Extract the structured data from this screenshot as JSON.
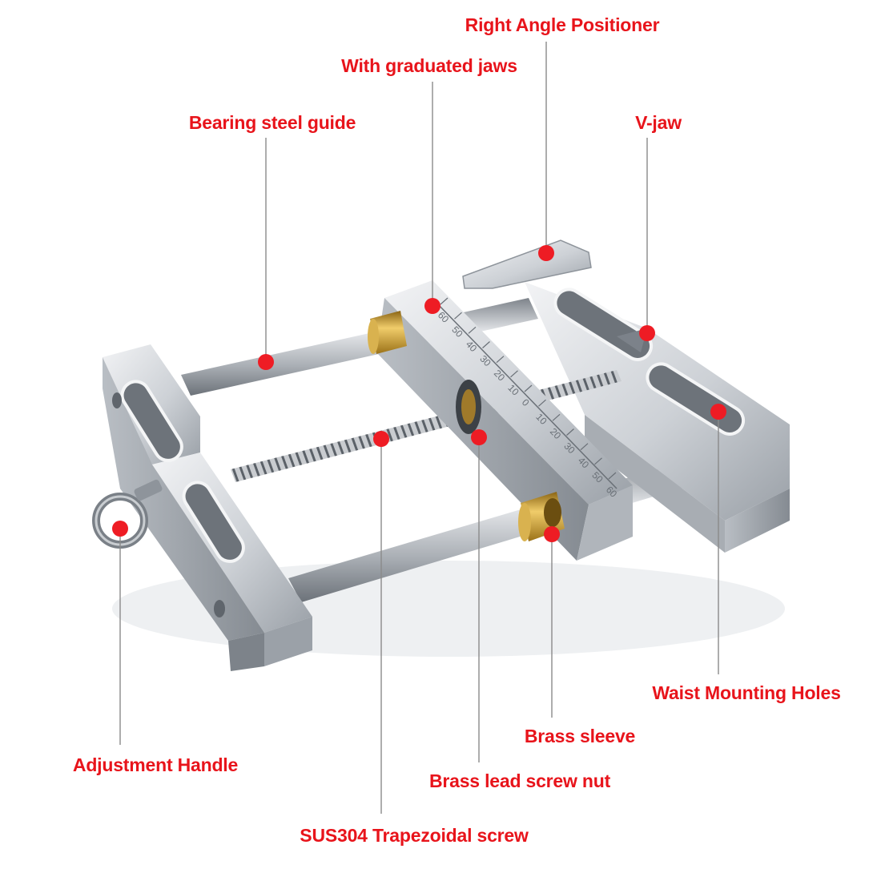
{
  "theme": {
    "label_color": "#e8141b",
    "leader_color": "#8a8a8a",
    "dot_color": "#ee1c24",
    "metal_light": "#e9ebee",
    "metal_mid": "#c4c8cd",
    "metal_dark": "#8e949b",
    "brass": "#c99a2e",
    "rod": "#b9bec4"
  },
  "callouts": {
    "right_angle_positioner": "Right Angle Positioner",
    "graduated_jaws": "With graduated jaws",
    "bearing_steel_guide": "Bearing steel guide",
    "v_jaw": "V-jaw",
    "waist_mounting_holes": "Waist Mounting Holes",
    "brass_sleeve": "Brass sleeve",
    "adjustment_handle": "Adjustment Handle",
    "brass_lead_screw_nut": "Brass lead screw nut",
    "trapezoidal_screw": "SUS304 Trapezoidal screw"
  },
  "scale": {
    "marks": [
      "60",
      "50",
      "40",
      "30",
      "20",
      "10",
      "0",
      "10",
      "20",
      "30",
      "40",
      "50",
      "60"
    ]
  }
}
